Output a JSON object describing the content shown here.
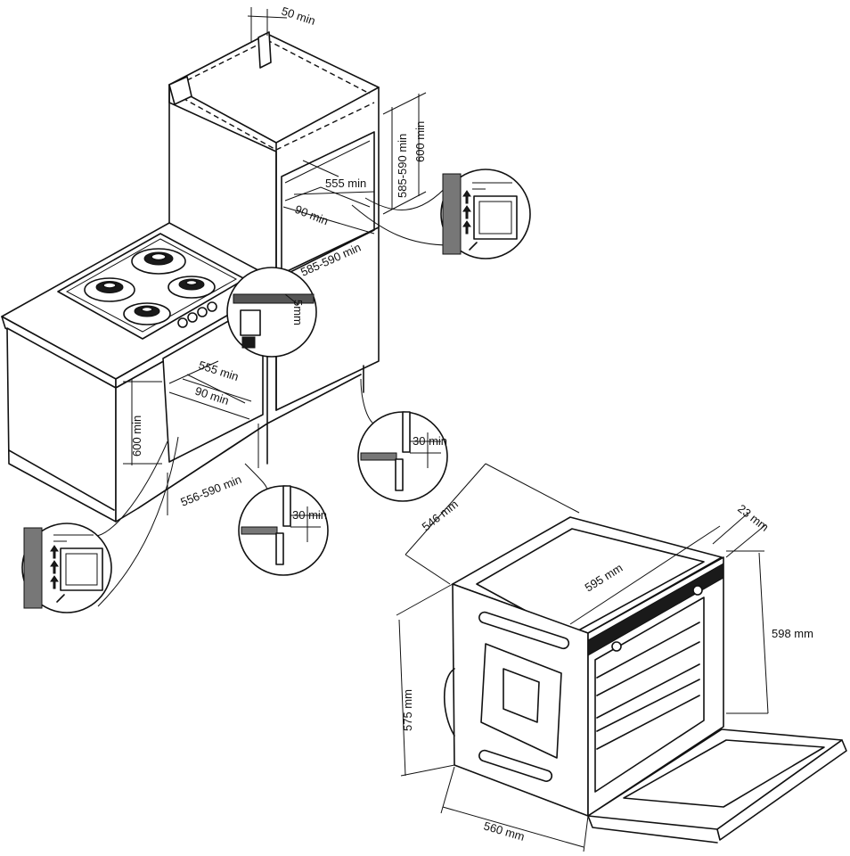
{
  "labels": {
    "rear_gap": "50 min",
    "tall_height_600": "600 min",
    "tall_height_585": "585-590 min",
    "tall_depth_555": "555 min",
    "tall_gap_90": "90 min",
    "tall_width": "585-590 min",
    "hob_gap": "5mm",
    "base_depth_555": "555 min",
    "base_gap_90": "90 min",
    "base_height_600": "600 min",
    "base_width": "556-590 min",
    "plinth_gap_right": "30 min",
    "plinth_gap_left": "30 min",
    "oven_depth_546": "546 mm",
    "oven_width_595": "595 mm",
    "oven_panel_23": "23 mm",
    "oven_height_598": "598 mm",
    "oven_height_575": "575 mm",
    "oven_width_560": "560 mm"
  }
}
